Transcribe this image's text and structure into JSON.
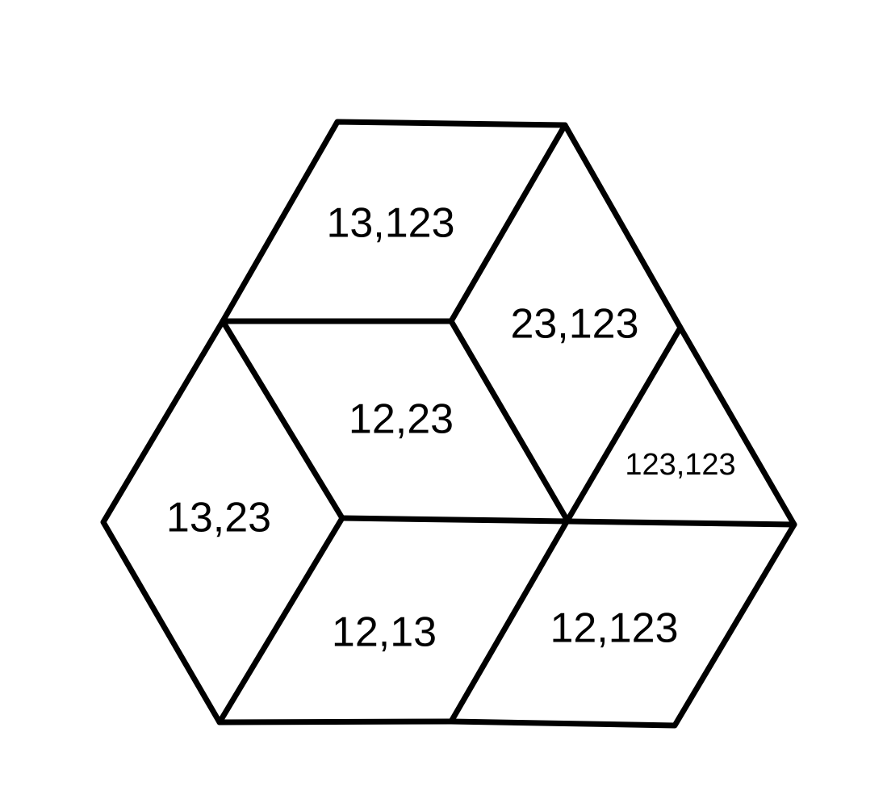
{
  "diagram": {
    "colors": {
      "stroke": "#000000",
      "background": "#ffffff"
    },
    "cells": [
      {
        "id": "top",
        "label": "13,123"
      },
      {
        "id": "upper-right",
        "label": "23,123"
      },
      {
        "id": "center",
        "label": "12,23"
      },
      {
        "id": "right",
        "label": "123,123"
      },
      {
        "id": "left",
        "label": "13,23"
      },
      {
        "id": "bottom-center",
        "label": "12,13"
      },
      {
        "id": "bottom-right",
        "label": "12,123"
      }
    ]
  }
}
